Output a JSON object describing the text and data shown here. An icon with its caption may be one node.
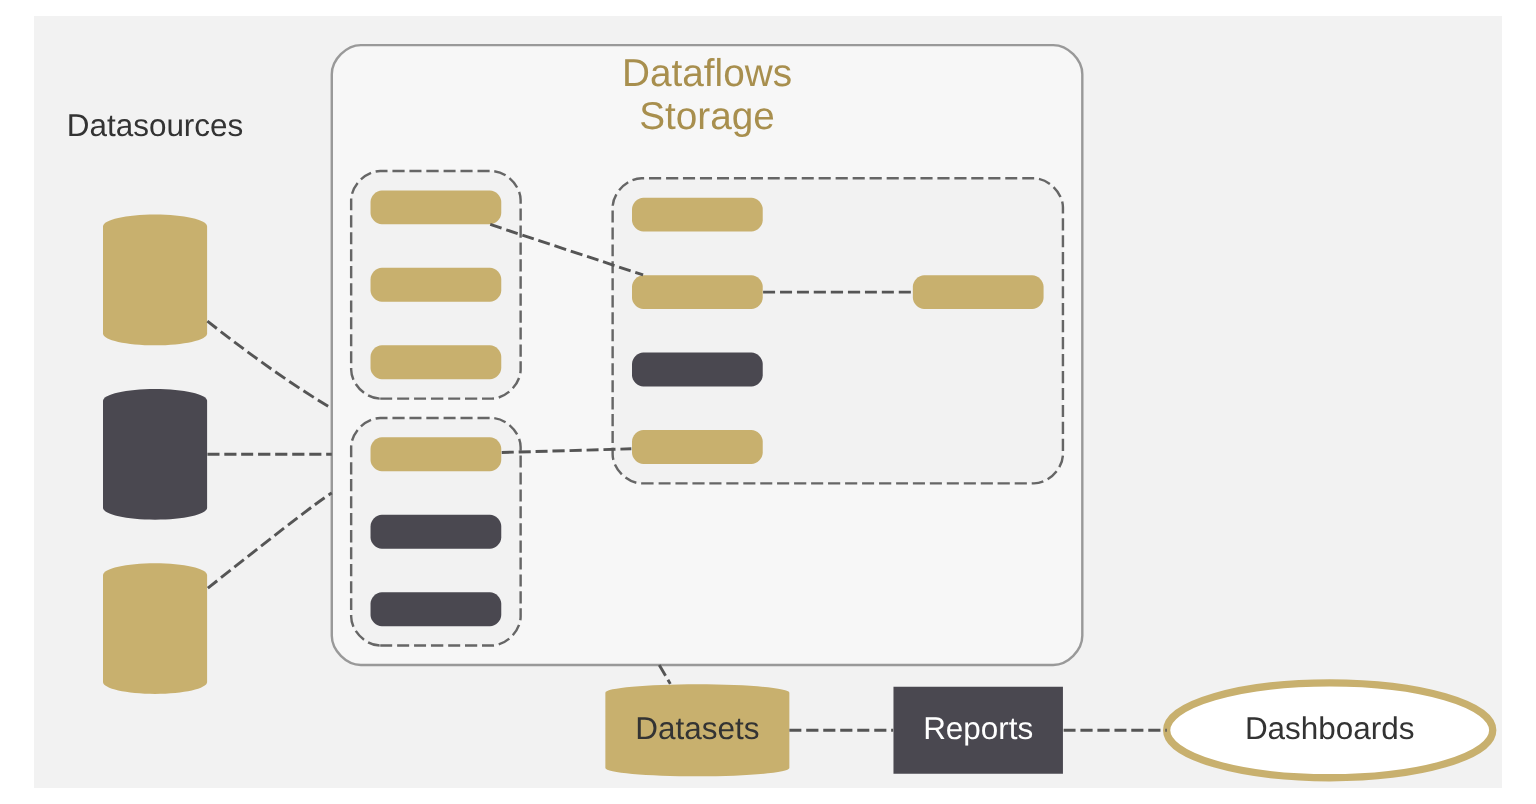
{
  "diagram": {
    "nodes": [
      {
        "text": [],
        "shape": "cylinder"
      },
      {
        "text": [],
        "shape": "cylinder"
      },
      {
        "text": [],
        "shape": "cylinder"
      },
      {
        "text": [
          "Dataflows",
          "Storage"
        ]
      },
      {
        "text": [],
        "shape": "box",
        "in": 3
      },
      {
        "text": [],
        "shape": "box",
        "in": 4
      },
      {
        "text": [],
        "shape": "box",
        "in": 4
      },
      {
        "text": [],
        "shape": "box",
        "in": 4
      },
      {
        "text": [],
        "shape": "box",
        "in": 3
      },
      {
        "text": [],
        "shape": "box",
        "in": 8
      },
      {
        "text": [],
        "shape": "box",
        "in": 8
      },
      {
        "text": [],
        "shape": "box",
        "in": 8
      },
      {
        "text": [],
        "shape": "box",
        "in": 8
      },
      {
        "text": [],
        "shape": "box",
        "in": 8
      },
      {
        "text": [],
        "shape": "box",
        "in": 3
      },
      {
        "text": [],
        "shape": "box",
        "in": 14
      },
      {
        "text": [],
        "shape": "box",
        "in": 14
      },
      {
        "text": [],
        "shape": "box",
        "in": 14
      },
      {
        "text": [
          "Datasets"
        ]
      },
      {
        "text": [
          "Reports"
        ]
      },
      {
        "text": [
          "Dashboards"
        ]
      }
    ],
    "edges": [
      {
        "from": 0,
        "to": 3,
        "arrow": "none",
        "style": "dashed"
      },
      {
        "from": 1,
        "to": 3,
        "arrow": "none",
        "style": "dashed"
      },
      {
        "from": 2,
        "to": 3,
        "arrow": "none",
        "style": "dashed"
      },
      {
        "from": 5,
        "to": 10,
        "arrow": "none",
        "style": "dashed"
      },
      {
        "from": 15,
        "to": 12,
        "arrow": "none",
        "style": "dashed"
      },
      {
        "from": 12,
        "to": 13,
        "arrow": "none",
        "style": "dashed"
      },
      {
        "from": 3,
        "to": 18,
        "arrow": "none",
        "style": "dashed"
      },
      {
        "from": 18,
        "to": 19,
        "arrow": "none",
        "style": "dashed"
      },
      {
        "from": 19,
        "to": 20,
        "arrow": "none",
        "style": "dashed"
      }
    ],
    "labels": [
      "Datasources"
    ]
  }
}
